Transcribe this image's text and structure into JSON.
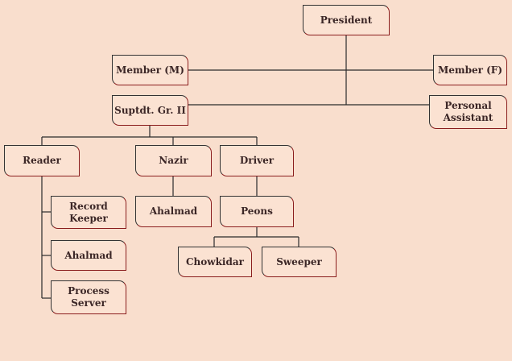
{
  "org_chart": {
    "president": "President",
    "member_m": "Member (M)",
    "member_f": "Member (F)",
    "supdt": "Suptdt. Gr. II",
    "personal_assistant": "Personal\nAssistant",
    "reader": "Reader",
    "nazir": "Nazir",
    "driver": "Driver",
    "record_keeper": "Record\nKeeper",
    "ahalmad_reader": "Ahalmad",
    "process_server": "Process\nServer",
    "ahalmad_nazir": "Ahalmad",
    "peons": "Peons",
    "chowkidar": "Chowkidar",
    "sweeper": "Sweeper"
  },
  "colors": {
    "background": "#f9decd",
    "box_fill": "#fbe2d2",
    "line": "#2b2b2b",
    "accent_border": "#8a1d1d"
  }
}
